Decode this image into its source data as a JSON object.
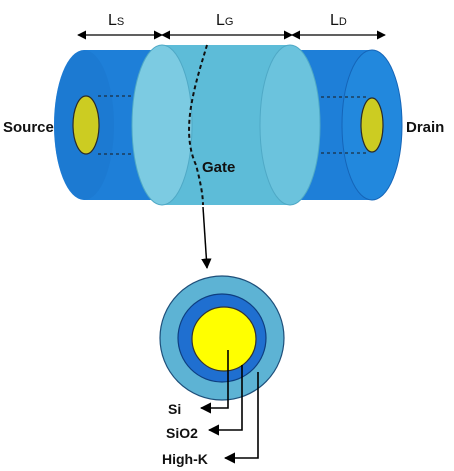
{
  "dimensions": {
    "source_length": "L",
    "source_sub": "S",
    "gate_length": "L",
    "gate_sub": "G",
    "drain_length": "L",
    "drain_sub": "D"
  },
  "labels": {
    "source": "Source",
    "drain": "Drain",
    "gate": "Gate"
  },
  "cross_section": {
    "si": "Si",
    "sio2": "SiO2",
    "high_k": "High-K"
  },
  "colors": {
    "source_drain_blue": "#1E7FD8",
    "source_drain_dark": "#1565B8",
    "gate_cyan": "#5DBCD8",
    "gate_cyan_light": "#7CCBE2",
    "core_yellow": "#CCCC22",
    "si_yellow": "#FFFF00",
    "oxide_blue": "#1F6FD0",
    "high_k_cyan": "#5DB3D4"
  }
}
